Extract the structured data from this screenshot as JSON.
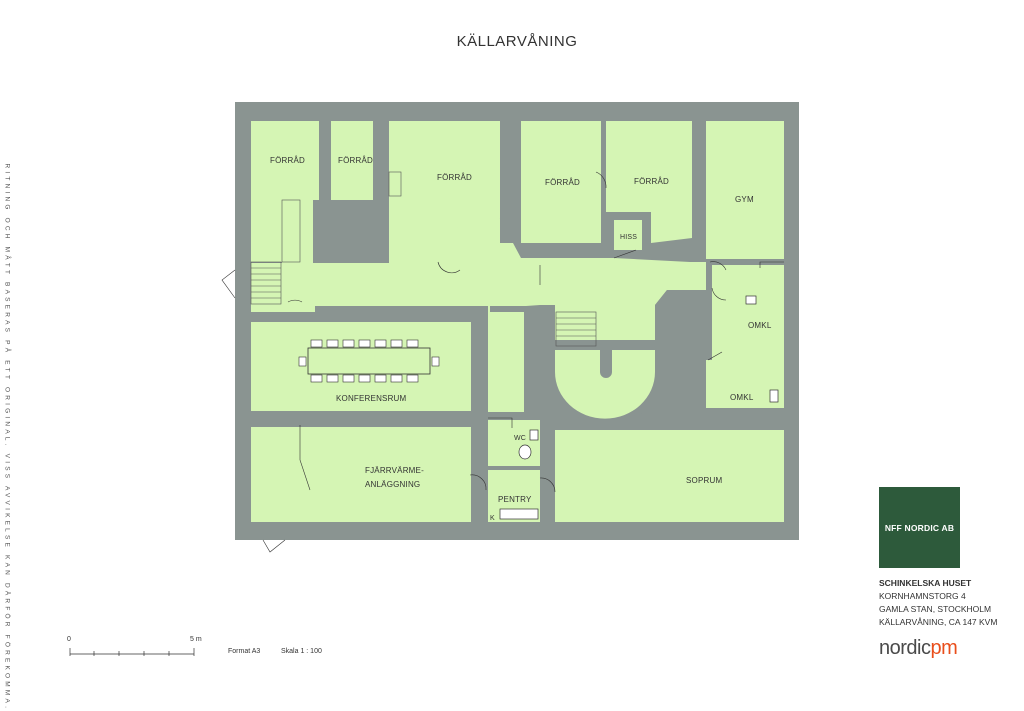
{
  "title": "KÄLLARVÅNING",
  "side_note": "RITNING OCH MÅTT BASERAS PÅ ETT ORIGINAL. VISS AVVIKELSE KAN DÄRFÖR FÖREKOMMA.",
  "rooms": {
    "forrad1": "FÖRRÅD",
    "forrad2": "FÖRRÅD",
    "forrad3": "FÖRRÅD",
    "forrad4": "FÖRRÅD",
    "forrad5": "FÖRRÅD",
    "gym": "GYM",
    "hiss": "HISS",
    "omkl1": "OMKL",
    "omkl2": "OMKL",
    "konferensrum": "KONFERENSRUM",
    "fjarrvarme1": "FJÄRRVÄRME-",
    "fjarrvarme2": "ANLÄGGNING",
    "wc": "WC",
    "pentry": "PENTRY",
    "k": "K",
    "soprum": "SOPRUM"
  },
  "logo": {
    "text": "NFF NORDIC AB"
  },
  "address": {
    "name": "SCHINKELSKA HUSET",
    "street": "KORNHAMNSTORG 4",
    "area": "GAMLA STAN, STOCKHOLM",
    "floor": "KÄLLARVÅNING, CA 147 KVM"
  },
  "brand": {
    "part1": "nordic",
    "part2": "pm"
  },
  "scale": {
    "zero": "0",
    "five": "5 m",
    "format": "Format A3",
    "ratio": "Skala 1 : 100"
  },
  "colors": {
    "room": "#d5f5b4",
    "wall": "#8a9491",
    "logo": "#2d5a3b",
    "brand_accent": "#e94e1b"
  }
}
